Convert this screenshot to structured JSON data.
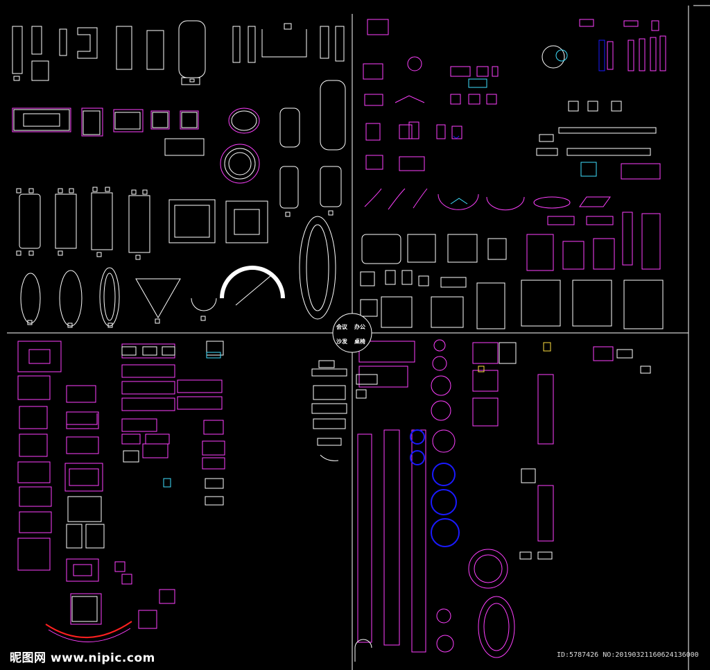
{
  "drawing": {
    "title": "CAD furniture block library",
    "quadrants": [
      {
        "id": "conference-tables",
        "color": "#ffffff",
        "accent": "#ff40ff"
      },
      {
        "id": "office-desks-chairs",
        "color": "#ffffff",
        "accent": "#ff40ff"
      },
      {
        "id": "sofas",
        "color": "#ff40ff",
        "accent": "#ffffff"
      },
      {
        "id": "dining-tables-chairs",
        "color": "#ff40ff",
        "accent": "#0000ff"
      }
    ],
    "colors": {
      "background": "#000000",
      "white": "#ffffff",
      "magenta": "#ff40ff",
      "blue": "#1a1aff",
      "cyan": "#40e0ff",
      "red": "#ff2020"
    }
  },
  "center_badge": {
    "top_left": "会议",
    "top_right": "办公",
    "bottom_left": "沙发",
    "bottom_right": "桌椅"
  },
  "watermark": {
    "logo_text": "昵图网 www.nipic.com",
    "id_text": "ID:5787426 NO:20190321160624136000"
  }
}
